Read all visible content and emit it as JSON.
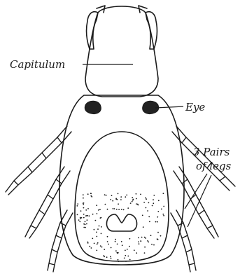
{
  "labels": {
    "capitulum": "Capitulum",
    "eye": "Eye",
    "legs_line1": "3 Pairs",
    "legs_line2": "of legs"
  },
  "colors": {
    "ink": "#1a1a1a",
    "background": "#ffffff",
    "eye_fill": "#222222"
  }
}
